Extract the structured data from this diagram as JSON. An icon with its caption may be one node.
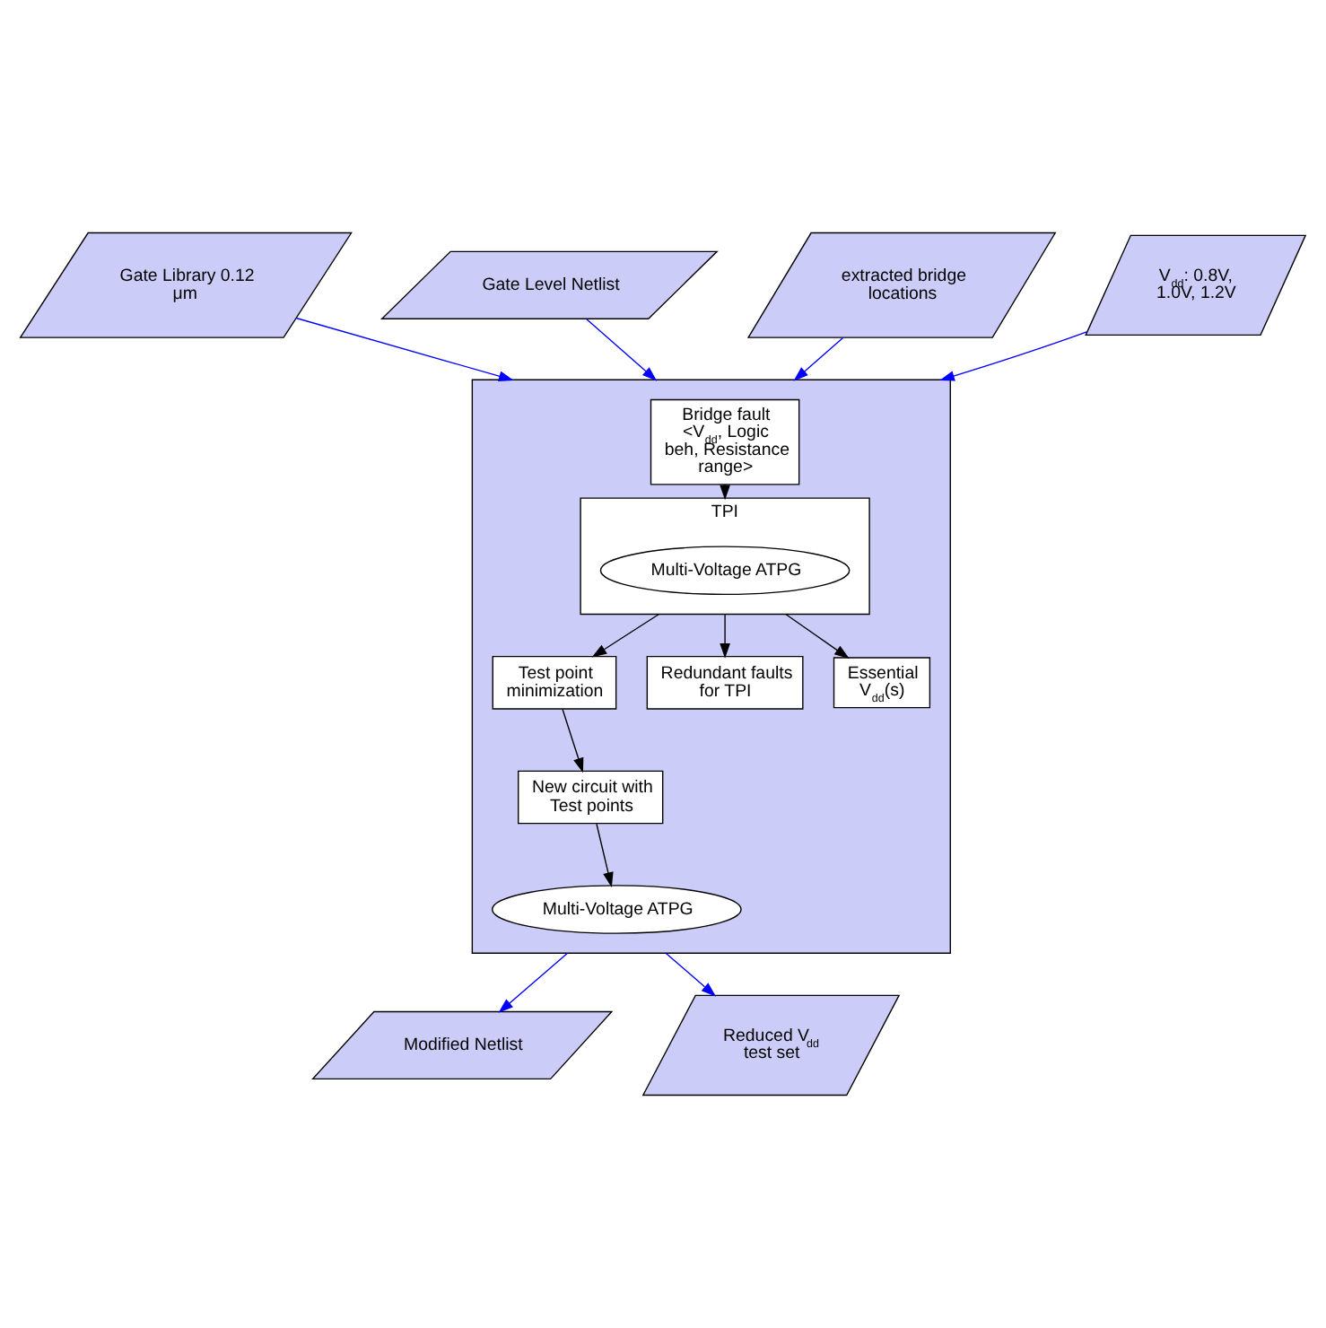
{
  "diagram": {
    "nodes": [
      {
        "text": [
          "Gate Library 0.12 μm"
        ]
      },
      {
        "text": [
          "Gate Level Netlist"
        ]
      },
      {
        "text": [
          "extracted bridge locations"
        ]
      },
      {
        "text": [
          "V$_{dd}$: 0.8V, 1.0V, 1.2V"
        ]
      },
      {
        "text": [],
        "shape": "box"
      },
      {
        "text": [
          "Bridge fault <V$_{dd}$, Logic beh, Resistance range>"
        ],
        "in": 4
      },
      {
        "text": [
          "Test point minimization"
        ],
        "in": 4
      },
      {
        "text": [
          "Redundant faults for TPI"
        ],
        "in": 4
      },
      {
        "text": [
          "TPI"
        ],
        "in": 4
      },
      {
        "text": [
          "Multi-Voltage ATPG"
        ],
        "in": 8
      },
      {
        "text": [
          "New circuit with Test points"
        ],
        "in": 4
      },
      {
        "text": [
          "Essential V$_{dd}$(s)"
        ],
        "in": 4
      },
      {
        "text": [
          "Multi-Voltage ATPG"
        ],
        "in": 4
      },
      {
        "text": [
          "Modified Netlist"
        ]
      },
      {
        "text": [
          "Reduced V$_{dd}$ test set"
        ]
      }
    ],
    "edges": [
      {
        "from": 0,
        "to": 4,
        "arrow": "to",
        "color": "#0000ff"
      },
      {
        "from": 1,
        "to": 4,
        "arrow": "to",
        "color": "#0000ff"
      },
      {
        "from": 2,
        "to": 4,
        "arrow": "to",
        "color": "#0000ff"
      },
      {
        "from": 3,
        "to": 4,
        "arrow": "to",
        "color": "#0000ff"
      },
      {
        "from": 5,
        "to": 8,
        "arrow": "to",
        "color": "#000000"
      },
      {
        "from": 8,
        "to": 6,
        "arrow": "to",
        "color": "#000000"
      },
      {
        "from": 8,
        "to": 7,
        "arrow": "to",
        "color": "#000000"
      },
      {
        "from": 8,
        "to": 11,
        "arrow": "to",
        "color": "#000000"
      },
      {
        "from": 6,
        "to": 10,
        "arrow": "to",
        "color": "#000000"
      },
      {
        "from": 10,
        "to": 12,
        "arrow": "to",
        "color": "#000000"
      },
      {
        "from": 4,
        "to": 13,
        "arrow": "to",
        "color": "#0000ff"
      },
      {
        "from": 4,
        "to": 14,
        "arrow": "to",
        "color": "#0000ff"
      }
    ]
  }
}
